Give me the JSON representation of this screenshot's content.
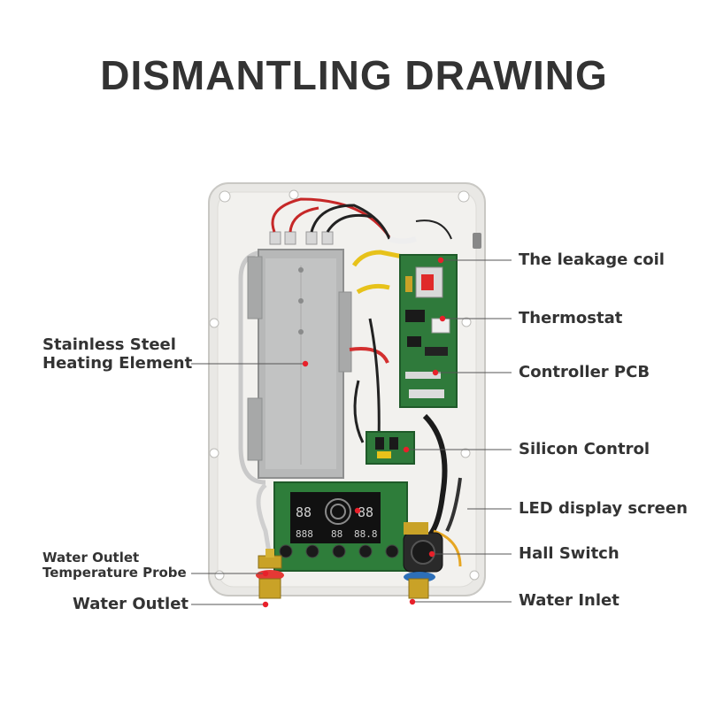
{
  "title": "DISMANTLING DRAWING",
  "labels": {
    "leakage_coil": "The leakage coil",
    "thermostat": "Thermostat",
    "controller_pcb": "Controller PCB",
    "silicon_control": "Silicon Control",
    "led_display": "LED display screen",
    "hall_switch": "Hall Switch",
    "water_inlet": "Water Inlet",
    "heating_element_line1": "Stainless Steel",
    "heating_element_line2": "Heating Element",
    "probe_line1": "Water Outlet",
    "probe_line2": "Temperature Probe",
    "water_outlet": "Water Outlet"
  },
  "display": {
    "digits_left": "88",
    "digits_right": "88",
    "digits_bottom_left": "888",
    "digits_bottom_mid": "88",
    "digits_bottom_right": "88.8"
  },
  "colors": {
    "marker": "#e8202a",
    "pcb": "#2e7d3a",
    "enclosure": "#ecebe8",
    "text": "#333333"
  }
}
